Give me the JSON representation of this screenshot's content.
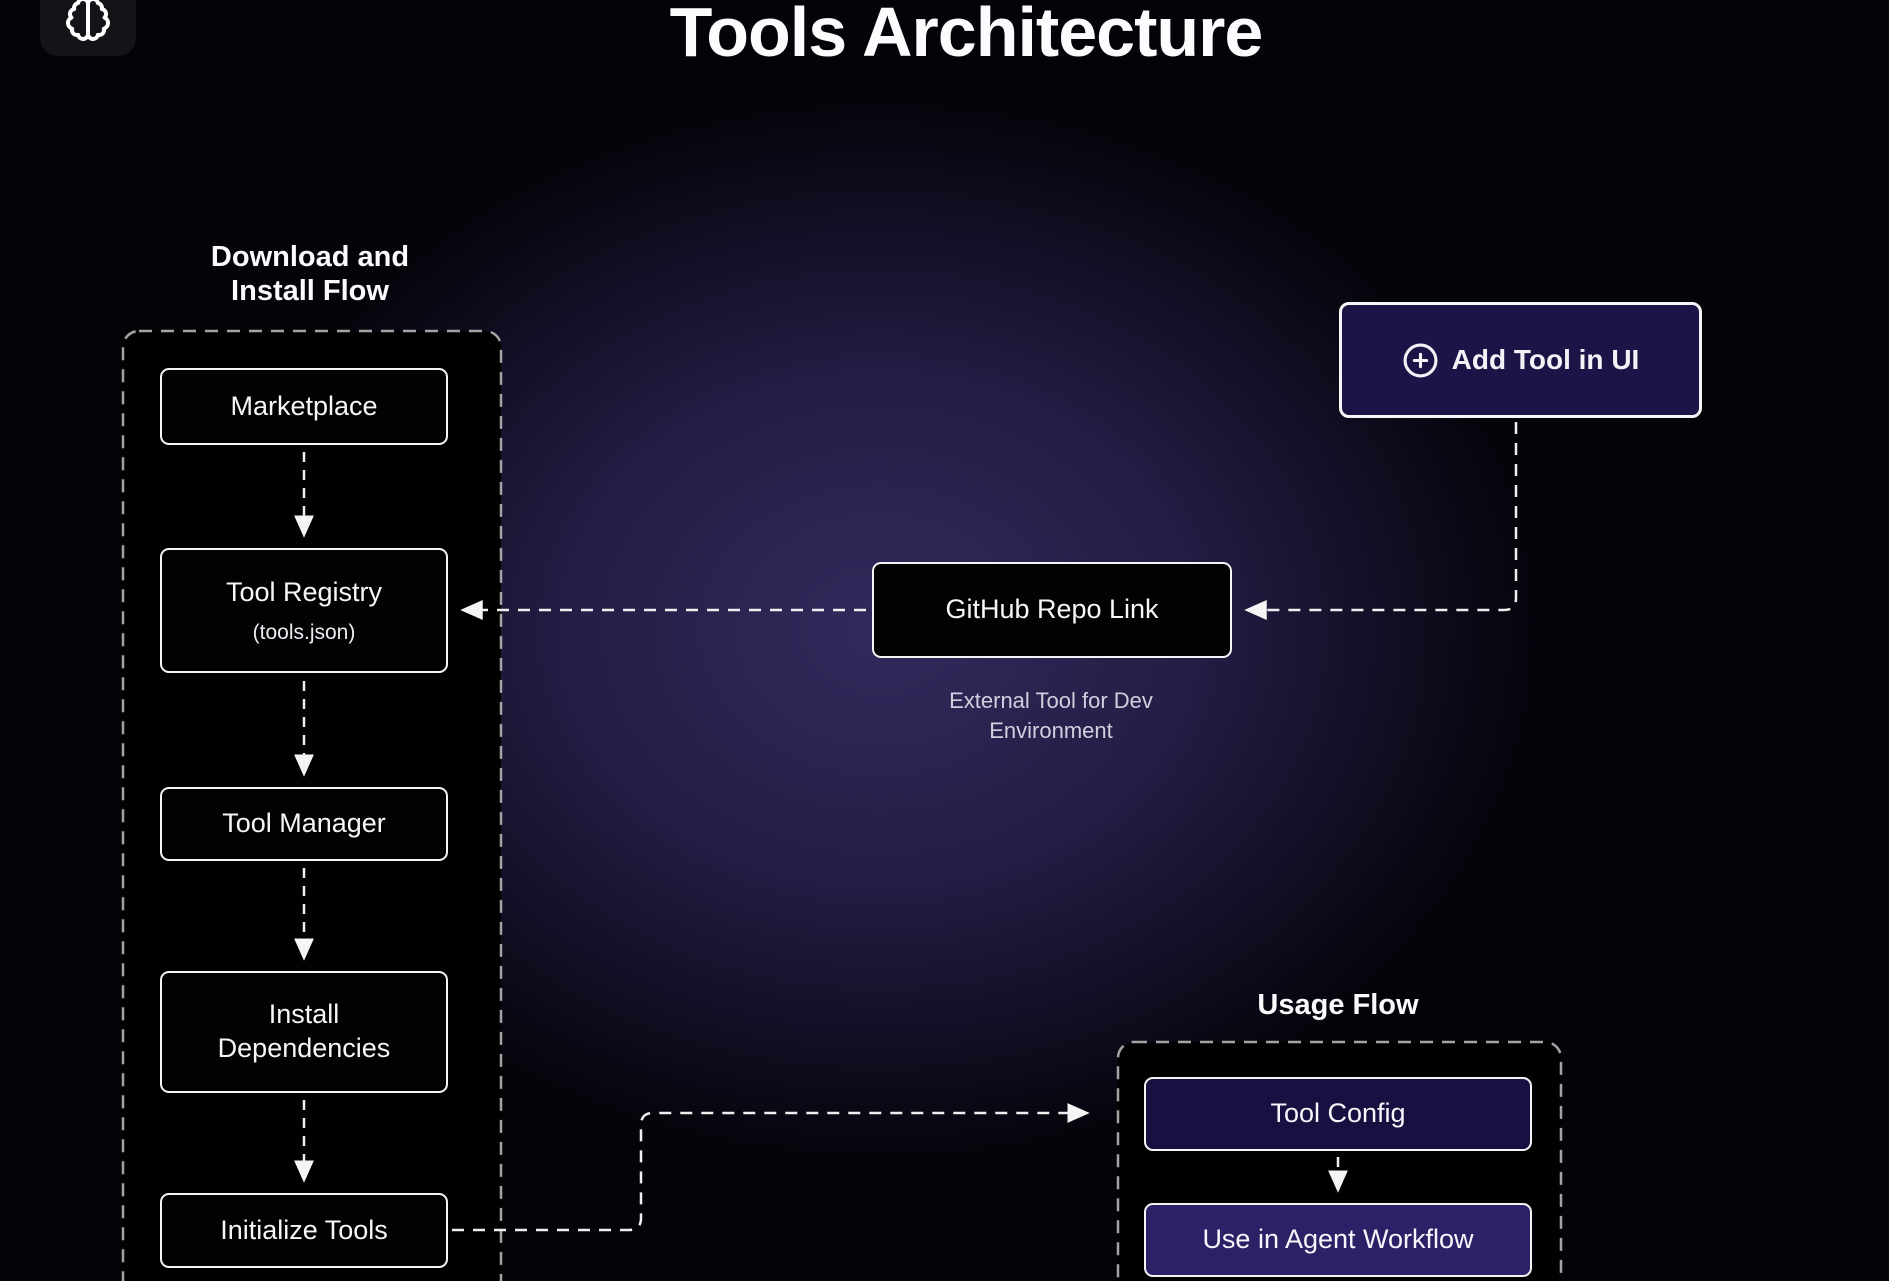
{
  "page": {
    "title": "Tools Architecture"
  },
  "logo": {
    "icon": "brain-icon"
  },
  "download_flow": {
    "label": "Download and Install Flow",
    "nodes": [
      {
        "label": "Marketplace"
      },
      {
        "label": "Tool Registry",
        "sublabel": "(tools.json)"
      },
      {
        "label": "Tool Manager"
      },
      {
        "label": "Install Dependencies"
      },
      {
        "label": "Initialize Tools"
      }
    ]
  },
  "add_tool": {
    "label": "Add Tool in UI",
    "icon": "plus-circle-icon"
  },
  "github": {
    "label": "GitHub Repo Link",
    "caption": "External Tool for Dev Environment"
  },
  "usage_flow": {
    "label": "Usage Flow",
    "nodes": [
      {
        "label": "Tool Config"
      },
      {
        "label": "Use in Agent Workflow"
      }
    ]
  },
  "colors": {
    "background_glow": "#322a5c",
    "node_fill_black": "#020202",
    "node_fill_purple_dark": "#190f40",
    "node_fill_purple": "#2c2166",
    "button_fill": "#1d1347",
    "node_border": "#f4f4f6",
    "container_border": "#a3a3a3",
    "connector": "#efefef",
    "caption_text": "#d3cede"
  }
}
